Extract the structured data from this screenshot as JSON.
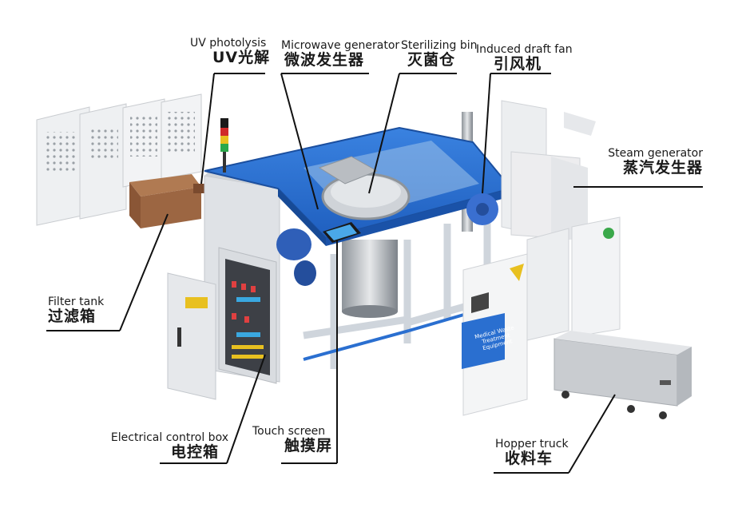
{
  "labels": {
    "uv": {
      "en": "UV photolysis",
      "zh": "UV光解"
    },
    "microwave": {
      "en": "Microwave generator",
      "zh": "微波发生器"
    },
    "sterilizing": {
      "en": "Sterilizing bin",
      "zh": "灭菌仓"
    },
    "fan": {
      "en": "Induced draft fan",
      "zh": "引风机"
    },
    "steam": {
      "en": "Steam generator",
      "zh": "蒸汽发生器"
    },
    "filter": {
      "en": "Filter tank",
      "zh": "过滤箱"
    },
    "touch": {
      "en": "Touch screen",
      "zh": "触摸屏"
    },
    "control": {
      "en": "Electrical control box",
      "zh": "电控箱"
    },
    "hopper": {
      "en": "Hopper truck",
      "zh": "收料车"
    }
  },
  "panel_text": "Medical Waste Treatment Equipment",
  "colors": {
    "frame_blue": "#2a6fd0",
    "panel_gray": "#e9ecef",
    "line": "#111111",
    "steel": "#b9bdc2"
  }
}
